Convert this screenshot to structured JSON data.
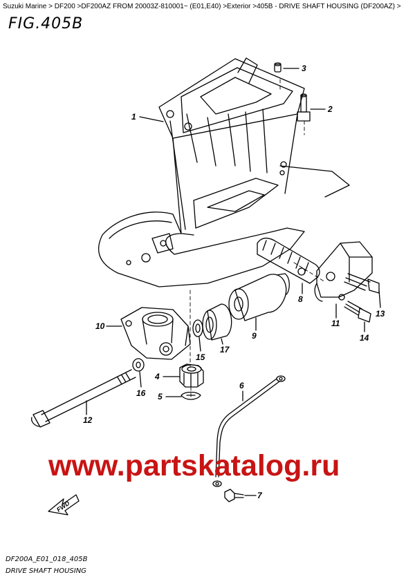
{
  "breadcrumb": "Suzuki Marine > DF200 >DF200AZ FROM 20003Z-810001~ (E01,E40) >Exterior >405B - DRIVE SHAFT HOUSING (DF200AZ) >",
  "figure_title": "FIG.405B",
  "callouts": [
    "1",
    "2",
    "3",
    "4",
    "5",
    "6",
    "7",
    "8",
    "9",
    "10",
    "11",
    "12",
    "13",
    "14",
    "15",
    "16",
    "17"
  ],
  "fwd_label": "FWD",
  "watermark": "www.partskatalog.ru",
  "drawing_code": "DF200A_E01_018_405B",
  "caption": "DRIVE SHAFT HOUSING"
}
